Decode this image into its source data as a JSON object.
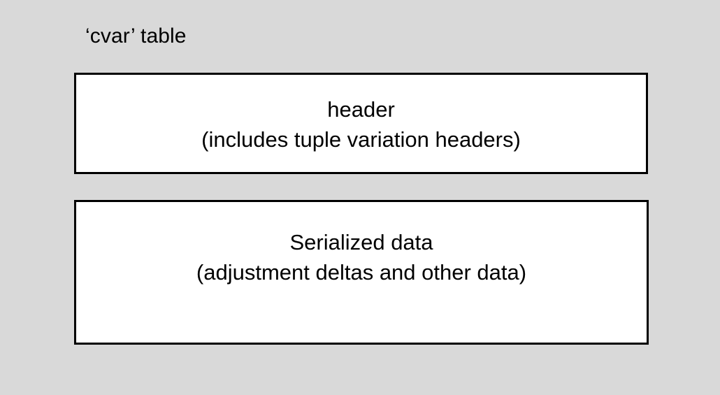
{
  "diagram": {
    "title": "‘cvar’ table",
    "background_color": "#d9d9d9",
    "box_fill_color": "#ffffff",
    "box_border_color": "#000000",
    "text_color": "#000000",
    "blocks": [
      {
        "name": "header-block",
        "line1": "header",
        "line2": "(includes tuple variation headers)"
      },
      {
        "name": "serialized-data-block",
        "line1": "Serialized data",
        "line2": "(adjustment deltas and other data)"
      }
    ]
  }
}
